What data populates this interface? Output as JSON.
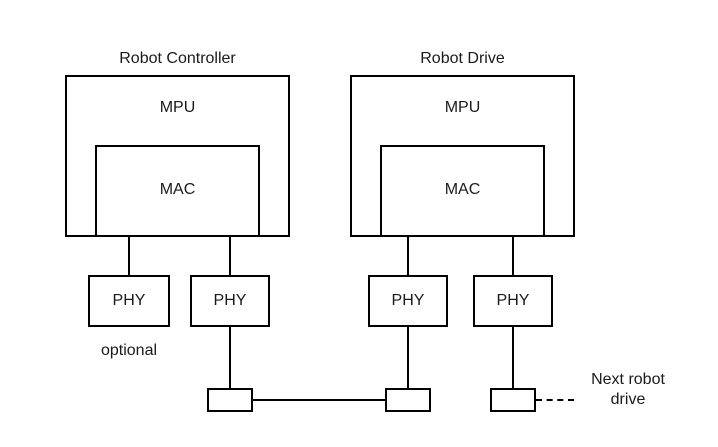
{
  "diagram": {
    "controller": {
      "title": "Robot Controller",
      "mpu_label": "MPU",
      "mac_label": "MAC"
    },
    "drive": {
      "title": "Robot Drive",
      "mpu_label": "MPU",
      "mac_label": "MAC"
    },
    "phys": [
      {
        "label": "PHY",
        "note": "optional"
      },
      {
        "label": "PHY"
      },
      {
        "label": "PHY"
      },
      {
        "label": "PHY"
      }
    ],
    "next_drive_label": "Next robot drive",
    "colors": {
      "line": "#000000",
      "background": "#ffffff",
      "text": "#1a1a1a"
    }
  }
}
